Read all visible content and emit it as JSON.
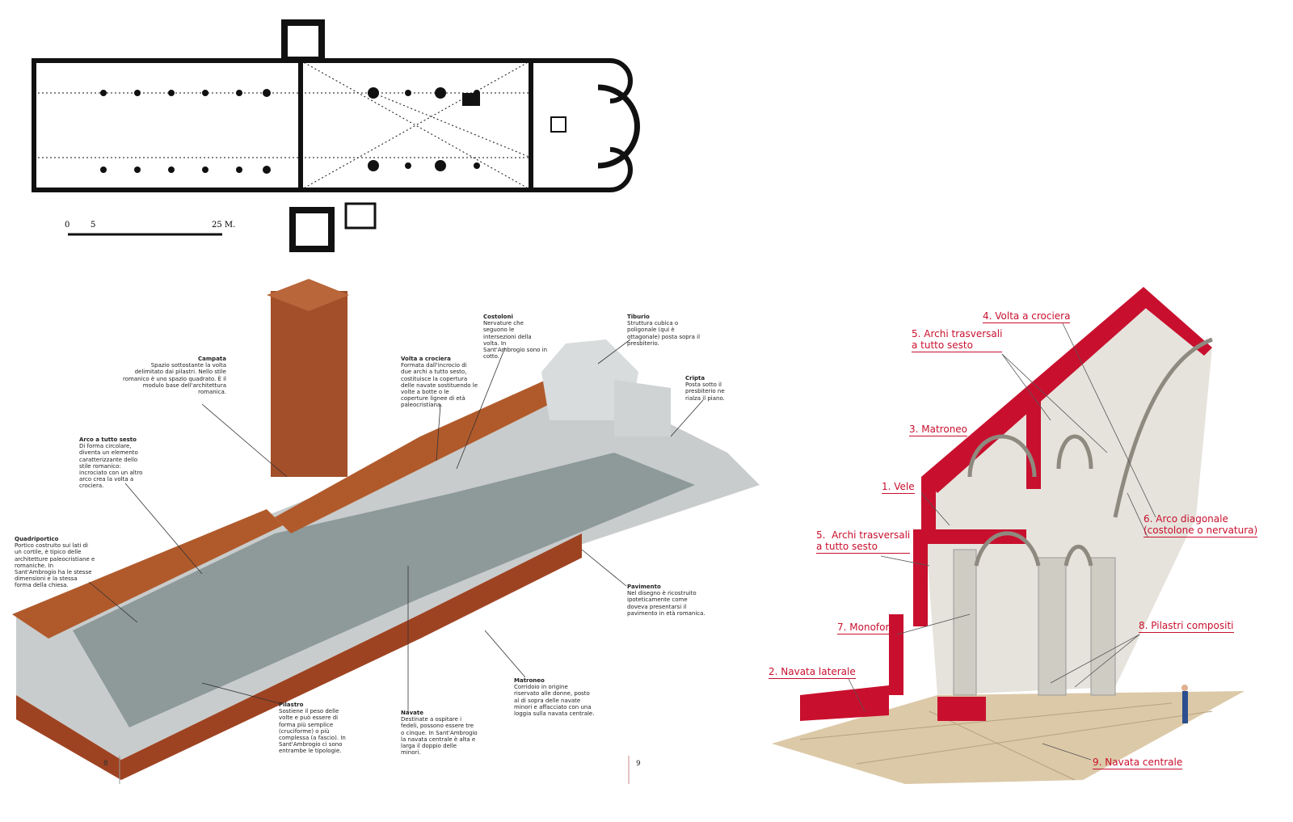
{
  "floor_plan": {
    "scale_labels": [
      "0",
      "5",
      "25 M."
    ]
  },
  "cutaway": {
    "notes": [
      {
        "title": "Campata",
        "text": "Spazio sottostante la volta delimitato dai pilastri. Nello stile romanico è uno spazio quadrato. È il modulo base dell'architettura romanica."
      },
      {
        "title": "Volta a crociera",
        "text": "Formata dall'incrocio di due archi a tutto sesto, costituisce la copertura delle navate sostituendo le volte a botte o le coperture lignee di età paleocristiana."
      },
      {
        "title": "Costoloni",
        "text": "Nervature che seguono le intersezioni della volta. In Sant'Ambrogio sono in cotto."
      },
      {
        "title": "Tiburio",
        "text": "Struttura cubica o poligonale (qui è ottagonale) posta sopra il presbiterio."
      },
      {
        "title": "Cripta",
        "text": "Posta sotto il presbiterio ne rialza il piano."
      },
      {
        "title": "Arco a tutto sesto",
        "text": "Di forma circolare, diventa un elemento caratterizzante dello stile romanico: incrociato con un altro arco crea la volta a crociera."
      },
      {
        "title": "Quadriportico",
        "text": "Portico costruito sui lati di un cortile, è tipico delle architetture paleocristiane e romaniche. In Sant'Ambrogio ha le stesse dimensioni e la stessa forma della chiesa."
      },
      {
        "title": "Pavimento",
        "text": "Nel disegno è ricostruito ipoteticamente come doveva presentarsi il pavimento in età romanica."
      },
      {
        "title": "Matroneo",
        "text": "Corridoio in origine riservato alle donne, posto al di sopra delle navate minori e affacciato con una loggia sulla navata centrale."
      },
      {
        "title": "Pilastro",
        "text": "Sostiene il peso delle volte e può essere di forma più semplice (cruciforme) o più complessa (a fascio). In Sant'Ambrogio ci sono entrambe le tipologie."
      },
      {
        "title": "Navate",
        "text": "Destinate a ospitare i fedeli, possono essere tre o cinque. In Sant'Ambrogio la navata centrale è alta e larga il doppio delle minori."
      }
    ],
    "page_left": "8",
    "page_right": "9"
  },
  "section": {
    "labels": [
      "4. Volta a crociera",
      "5. Archi trasversali\na tutto sesto",
      "3. Matroneo",
      "1. Vele",
      "6. Arco diagonale\n(costolone o nervatura)",
      "5.  Archi trasversali\na tutto sesto",
      "7. Monofore",
      "8. Pilastri compositi",
      "2. Navata laterale",
      "9. Navata centrale"
    ]
  },
  "colors": {
    "accent_red": "#c8102e",
    "brick": "#a9532a",
    "stone": "#9aa3a3"
  }
}
